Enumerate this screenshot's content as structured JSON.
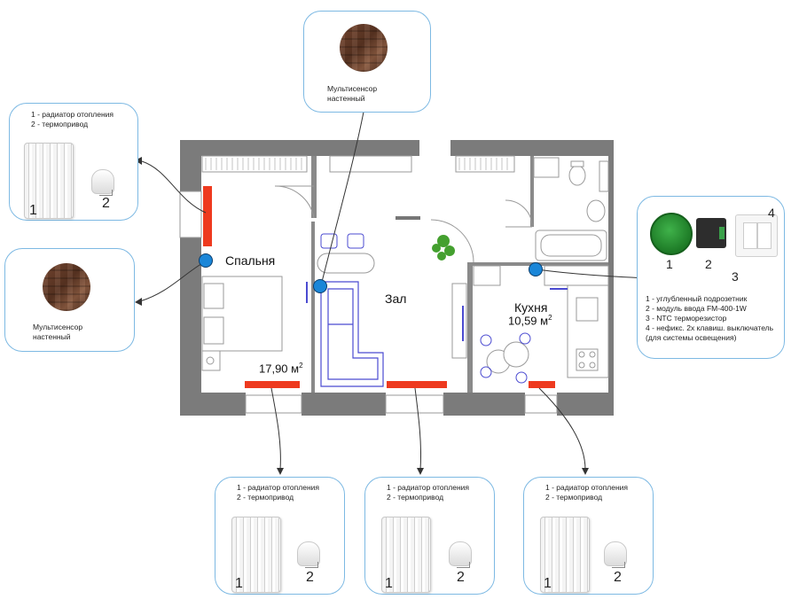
{
  "rooms": {
    "bedroom": {
      "name": "Спальня",
      "area": "17,90 м",
      "area_sup": "2"
    },
    "hall": {
      "name": "Зал"
    },
    "kitchen": {
      "name": "Кухня",
      "area": "10,59 м",
      "area_sup": "2"
    }
  },
  "radiator_card": {
    "line1": "1 - радиатор отопления",
    "line2": "2 - термопривод",
    "num1": "1",
    "num2": "2"
  },
  "sensor_card": {
    "line1": "Мультисенсор",
    "line2": "настенный"
  },
  "kitchen_card": {
    "num1": "1",
    "num2": "2",
    "num3": "3",
    "num4": "4",
    "line1": "1 - углубленный подрозетник",
    "line2": "2 - модуль ввода FM-400-1W",
    "line3": "3 - NTC терморезистор",
    "line4": "4 - нефикс. 2х клавиш. выключатель",
    "line5": "(для системы освещения)"
  },
  "colors": {
    "card_border": "#7db9e3",
    "radiator_red": "#ee3a1f",
    "sensor_blue": "#1a86d8",
    "wall_gray": "#7b7b7b",
    "sofa_blue": "#4b4bd1"
  }
}
